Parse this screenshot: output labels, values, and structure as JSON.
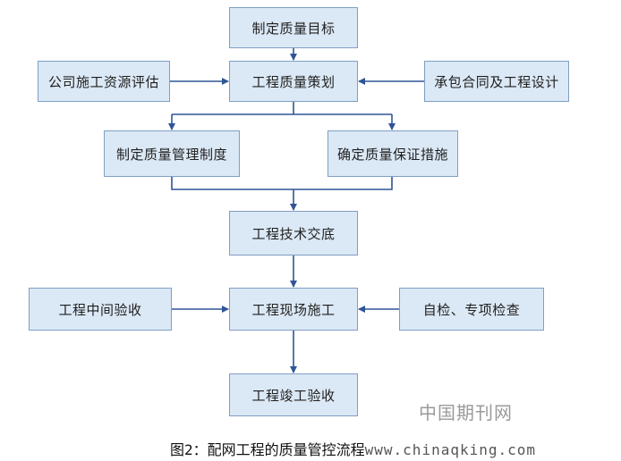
{
  "nodes": {
    "goal": "制定质量目标",
    "plan": "工程质量策划",
    "assess": "公司施工资源评估",
    "contract": "承包合同及工程设计",
    "system": "制定质量管理制度",
    "measure": "确定质量保证措施",
    "disclose": "工程技术交底",
    "construct": "工程现场施工",
    "midcheck": "工程中间验收",
    "selfcheck": "自检、专项检查",
    "final": "工程竣工验收"
  },
  "watermark": "中国期刊网",
  "caption": {
    "text": "图2：配网工程的质量管控流程",
    "site": "www.chinaqking.com"
  },
  "colors": {
    "box_fill": "#dbe8f5",
    "box_border": "#7f9fc4",
    "arrow": "#2f5597"
  }
}
